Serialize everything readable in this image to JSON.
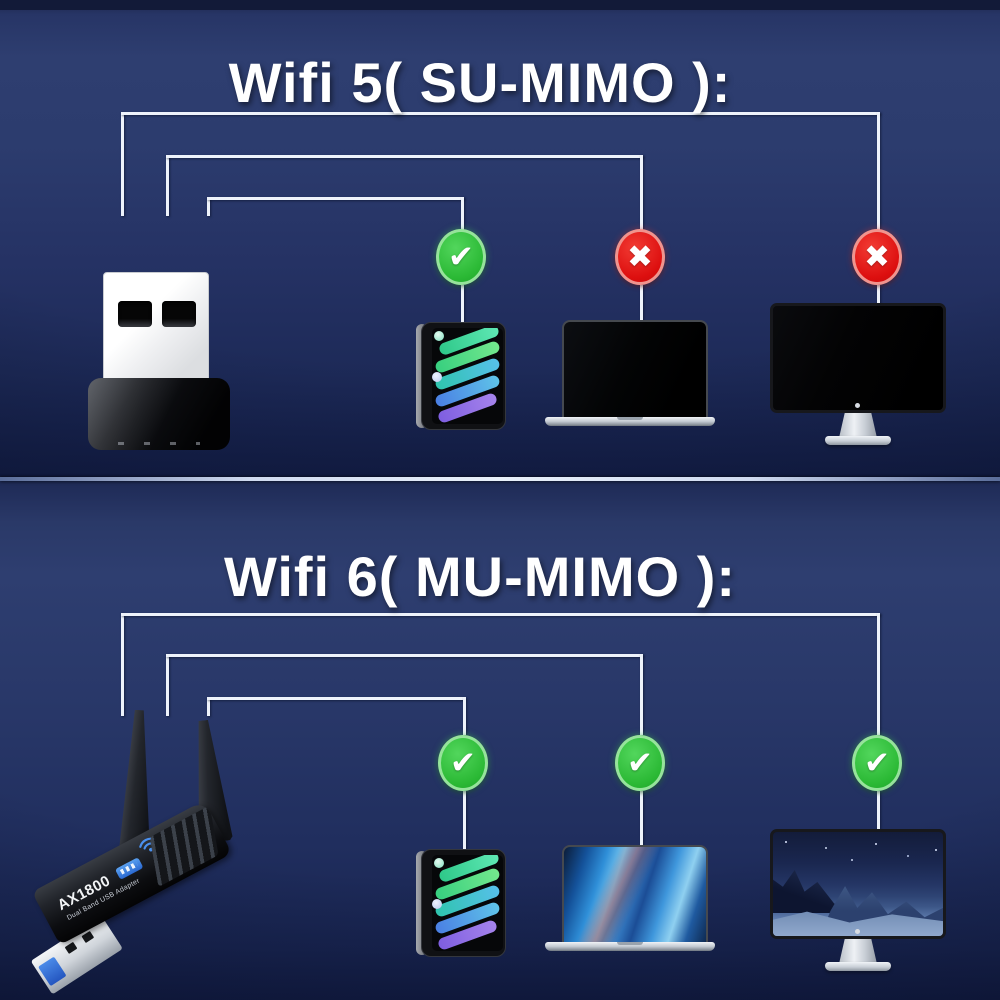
{
  "sections": [
    {
      "id": "wifi5",
      "title": "Wifi 5( SU-MIMO ):",
      "targets": [
        {
          "device": "tablet",
          "status": "check",
          "glyph": "✔"
        },
        {
          "device": "laptop",
          "status": "cross",
          "glyph": "✖"
        },
        {
          "device": "monitor",
          "status": "cross",
          "glyph": "✖"
        }
      ]
    },
    {
      "id": "wifi6",
      "title": "Wifi 6( MU-MIMO ):",
      "adapter": {
        "label": "AX1800",
        "sublabel": "Dual Band USB Adapter"
      },
      "targets": [
        {
          "device": "tablet",
          "status": "check",
          "glyph": "✔"
        },
        {
          "device": "laptop",
          "status": "check",
          "glyph": "✔"
        },
        {
          "device": "monitor",
          "status": "check",
          "glyph": "✔"
        }
      ]
    }
  ],
  "icons": {
    "check": "check-circle-icon",
    "cross": "cross-circle-icon",
    "wifi": "wifi-signal-icon"
  },
  "colors": {
    "background_navy": "#283768",
    "top_band": "#121a38",
    "divider": "#cfdaf0",
    "connector_line": "#eef3fb",
    "check_green": "#2bb935",
    "cross_red": "#dd0f0f",
    "title_text": "#ffffff",
    "badge_blue": "#2a68d0"
  }
}
